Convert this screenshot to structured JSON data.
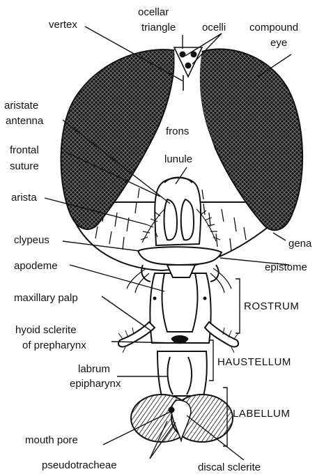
{
  "labels": {
    "ocellar_triangle_1": "ocellar",
    "ocellar_triangle_2": "triangle",
    "ocelli": "ocelli",
    "vertex": "vertex",
    "compound_eye_1": "compound",
    "compound_eye_2": "eye",
    "aristate_antenna_1": "aristate",
    "aristate_antenna_2": "antenna",
    "frons": "frons",
    "frontal_suture_1": "frontal",
    "frontal_suture_2": "suture",
    "lunule": "lunule",
    "arista": "arista",
    "clypeus": "clypeus",
    "gena": "gena",
    "apodeme": "apodeme",
    "epistome": "epistome",
    "maxillary_palp": "maxillary palp",
    "hyoid_sclerite_1": "hyoid sclerite",
    "hyoid_sclerite_2": "of prepharynx",
    "labrum_epipharynx_1": "labrum",
    "labrum_epipharynx_2": "epipharynx",
    "mouth_pore": "mouth pore",
    "pseudotracheae": "pseudotracheae",
    "discal_sclerite": "discal sclerite"
  },
  "sections": {
    "rostrum": "ROSTRUM",
    "haustellum": "HAUSTELLUM",
    "labellum": "LABELLUM"
  }
}
